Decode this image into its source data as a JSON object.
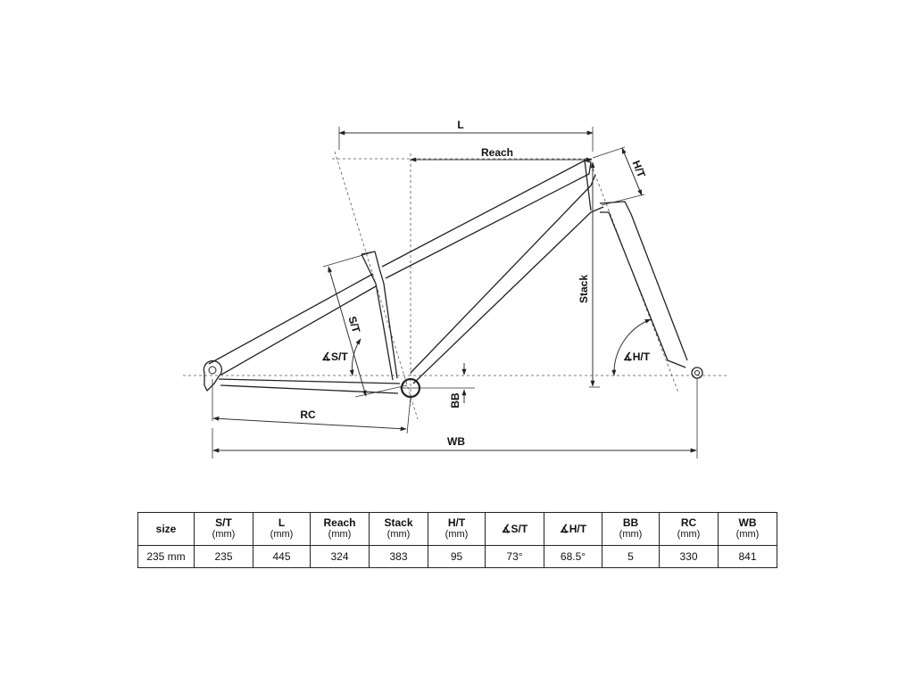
{
  "diagram": {
    "labels": {
      "l": "L",
      "reach": "Reach",
      "ht": "H/T",
      "stack": "Stack",
      "st": "S/T",
      "st_angle": "∡S/T",
      "ht_angle": "∡H/T",
      "bb": "BB",
      "rc": "RC",
      "wb": "WB"
    }
  },
  "table": {
    "headers": [
      {
        "label": "size",
        "unit": ""
      },
      {
        "label": "S/T",
        "unit": "(mm)"
      },
      {
        "label": "L",
        "unit": "(mm)"
      },
      {
        "label": "Reach",
        "unit": "(mm)"
      },
      {
        "label": "Stack",
        "unit": "(mm)"
      },
      {
        "label": "H/T",
        "unit": "(mm)"
      },
      {
        "label": "∡S/T",
        "unit": ""
      },
      {
        "label": "∡H/T",
        "unit": ""
      },
      {
        "label": "BB",
        "unit": "(mm)"
      },
      {
        "label": "RC",
        "unit": "(mm)"
      },
      {
        "label": "WB",
        "unit": "(mm)"
      }
    ],
    "rows": [
      [
        "235 mm",
        "235",
        "445",
        "324",
        "383",
        "95",
        "73°",
        "68.5°",
        "5",
        "330",
        "841"
      ]
    ]
  }
}
